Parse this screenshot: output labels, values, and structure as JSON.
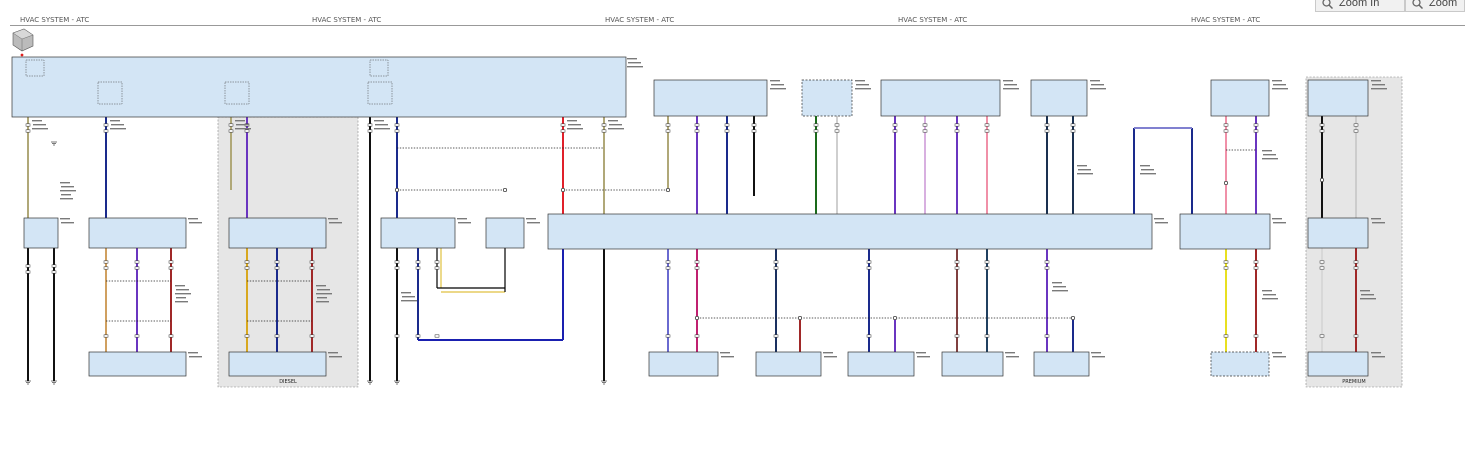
{
  "headers": [
    "HVAC SYSTEM - ATC",
    "HVAC SYSTEM - ATC",
    "HVAC SYSTEM - ATC",
    "HVAC SYSTEM - ATC",
    "HVAC SYSTEM - ATC"
  ],
  "toolbar": {
    "zoom_in_label": "Zoom In",
    "zoom_out_label": "Zoom"
  },
  "sections": {
    "diesel": "DIESEL",
    "premium": "PREMIUM"
  },
  "colors": {
    "box_fill": "#d3e5f5",
    "shade": "#e6e6e6",
    "wire_black": "#111111",
    "wire_violet": "#6a35c0",
    "wire_navy": "#1a2a8c",
    "wire_red": "#e0202a",
    "wire_green": "#1a6a1a",
    "wire_pink": "#f090a8",
    "wire_tan": "#b0a878",
    "wire_yellow": "#e8e020",
    "wire_darkred": "#a02828"
  }
}
